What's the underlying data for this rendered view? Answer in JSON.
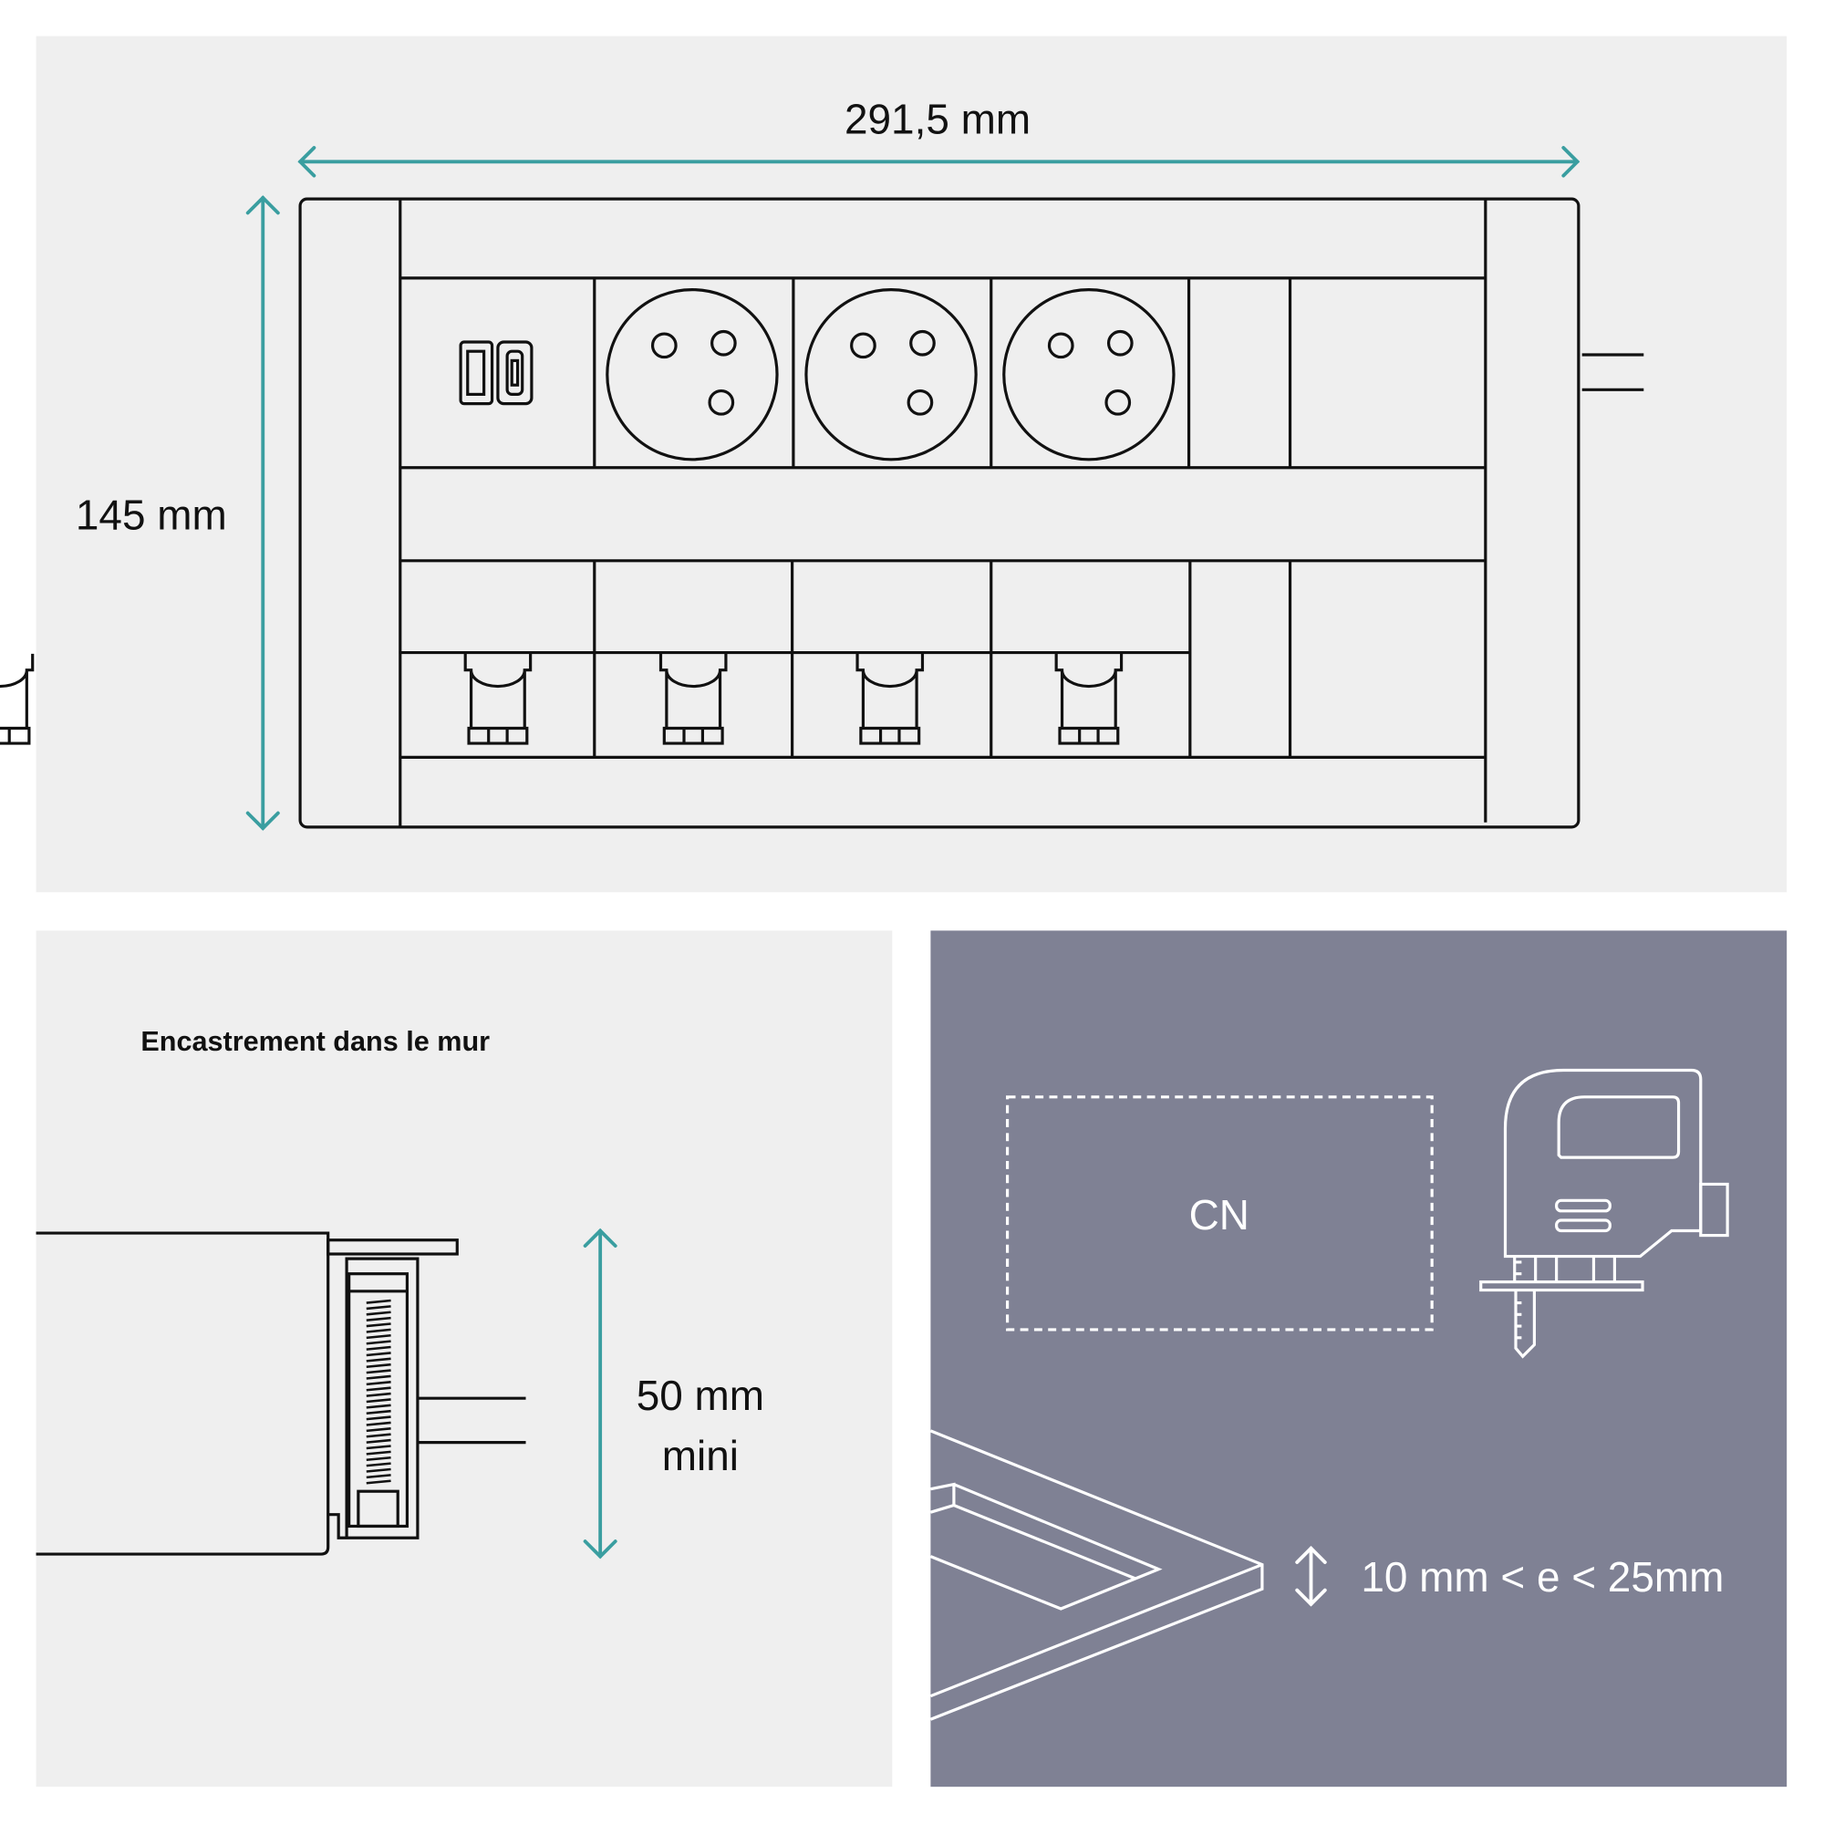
{
  "top_panel": {
    "width_label": "291,5 mm",
    "height_label": "145 mm"
  },
  "wall_panel": {
    "title": "Encastrement dans le mur",
    "depth_label_line1": "50 mm",
    "depth_label_line2": "mini"
  },
  "cut_panel": {
    "cutout_label": "CN",
    "thickness_label": "10 mm < e < 25mm"
  },
  "colors": {
    "panel_bg": "#efefef",
    "dark_panel_bg": "#7f8194",
    "accent": "#3a9ea0",
    "line": "#111111"
  }
}
